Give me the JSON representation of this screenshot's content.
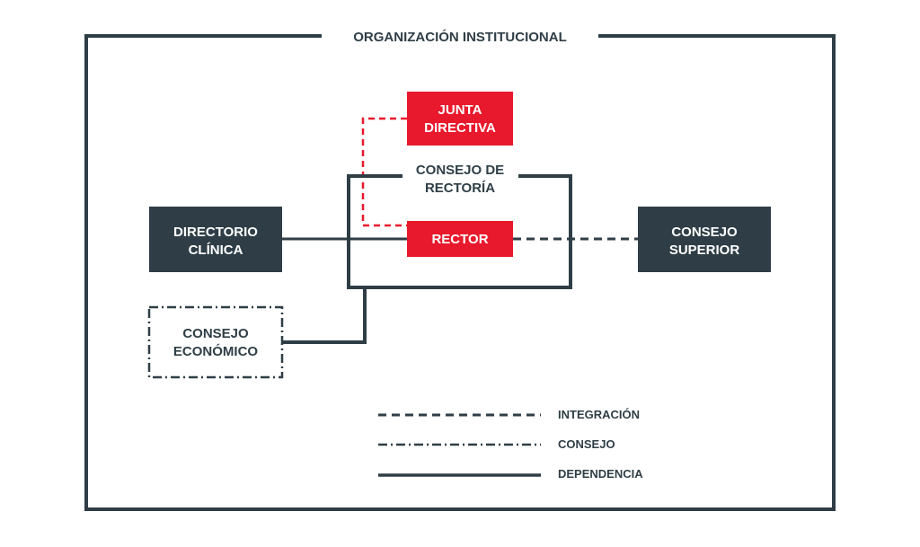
{
  "title": "ORGANIZACIÓN INSTITUCIONAL",
  "colors": {
    "dark": "#2f3e46",
    "red": "#e8192c",
    "white": "#ffffff",
    "background": "#ffffff"
  },
  "nodes": {
    "junta_directiva": {
      "line1": "JUNTA",
      "line2": "DIRECTIVA"
    },
    "consejo_rectoria": {
      "line1": "CONSEJO DE",
      "line2": "RECTORÍA"
    },
    "rector": {
      "label": "RECTOR"
    },
    "directorio_clinica": {
      "line1": "DIRECTORIO",
      "line2": "CLÍNICA"
    },
    "consejo_superior": {
      "line1": "CONSEJO",
      "line2": "SUPERIOR"
    },
    "consejo_economico": {
      "line1": "CONSEJO",
      "line2": "ECONÓMICO"
    }
  },
  "legend": {
    "integracion": "INTEGRACIÓN",
    "consejo": "CONSEJO",
    "dependencia": "DEPENDENCIA"
  }
}
